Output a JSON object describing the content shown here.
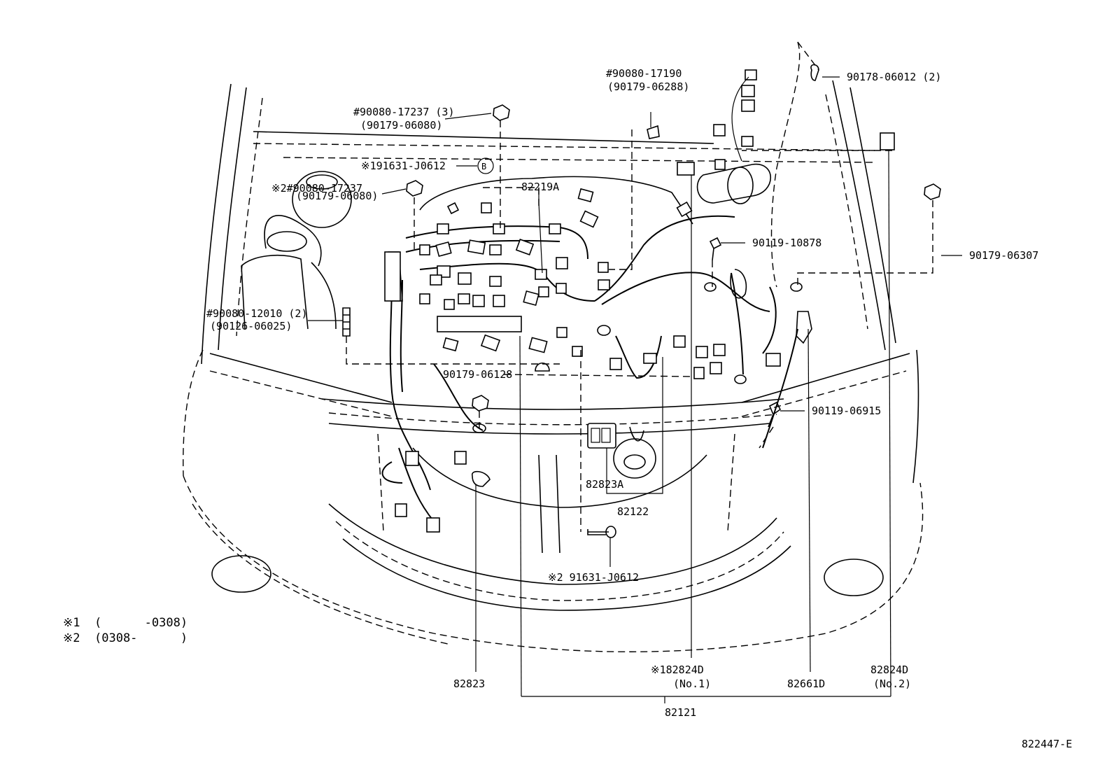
{
  "labels": {
    "p_90178_06012": "90178-06012 (2)",
    "p_90080_17190": "#90080-17190",
    "p_90179_06288": "(90179-06288)",
    "p_90080_17237_3": "#90080-17237 (3)",
    "p_90179_06080_a": "(90179-06080)",
    "p_191631_J0612": "※191631-J0612",
    "p_B_circle": "B",
    "p_2_90080_17237": "※2#90080-17237",
    "p_90179_06080_b": "(90179-06080)",
    "p_82219A": "82219A",
    "p_90119_10878": "90119-10878",
    "p_90179_06307": "90179-06307",
    "p_90080_12010": "#90080-12010 (2)",
    "p_90126_06025": "(90126-06025)",
    "p_90179_06128": "90179-06128",
    "p_90119_06915": "90119-06915",
    "p_82823A": "82823A",
    "p_82122": "82122",
    "p_2_91631_J0612": "※2 91631-J0612",
    "p_182824D": "※182824D",
    "p_no1": "(No.1)",
    "p_82824D": "82824D",
    "p_no2": "(No.2)",
    "p_82823": "82823",
    "p_82661D": "82661D",
    "p_82121": "82121",
    "p_code": "822447-E"
  },
  "legend": [
    {
      "mark": "※1",
      "range": "(      -0308)"
    },
    {
      "mark": "※2",
      "range": "(0308-      )"
    }
  ]
}
